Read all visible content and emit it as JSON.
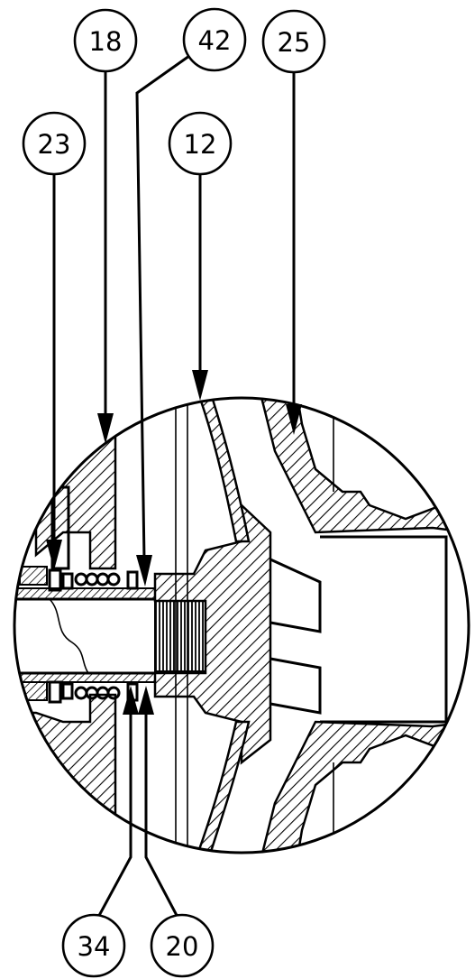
{
  "callouts": [
    {
      "id": "c18",
      "label": "18"
    },
    {
      "id": "c42",
      "label": "42"
    },
    {
      "id": "c25",
      "label": "25"
    },
    {
      "id": "c23",
      "label": "23"
    },
    {
      "id": "c12",
      "label": "12"
    },
    {
      "id": "c34",
      "label": "34"
    },
    {
      "id": "c20",
      "label": "20"
    }
  ]
}
